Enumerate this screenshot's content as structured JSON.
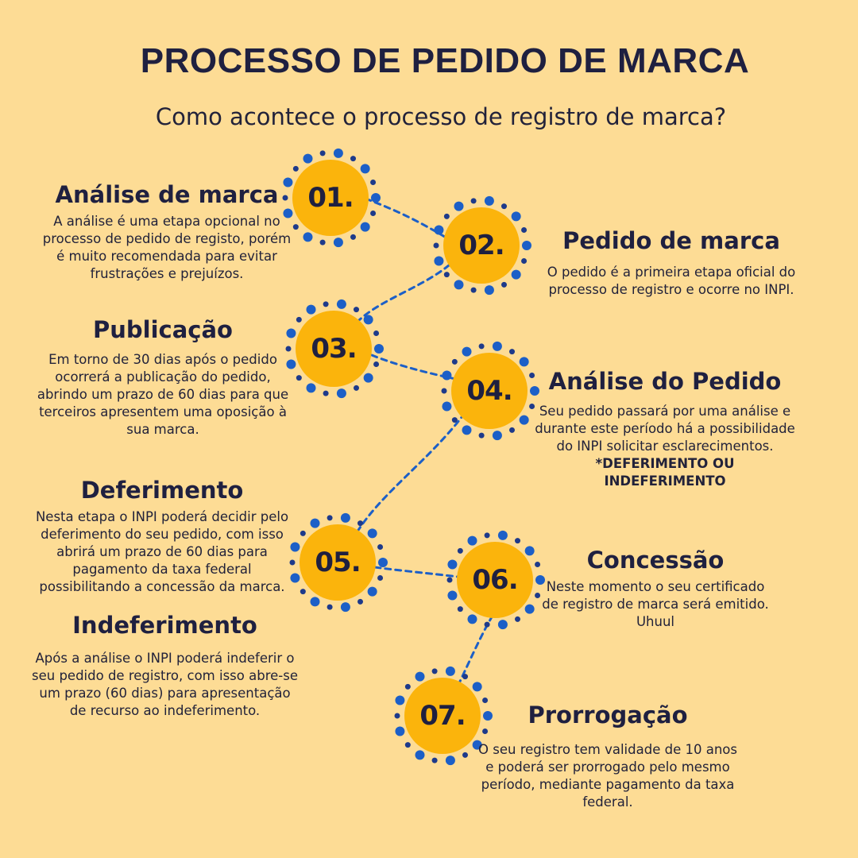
{
  "header": {
    "title": "PROCESSO DE PEDIDO DE MARCA",
    "subtitle": "Como acontece o processo de registro de marca?"
  },
  "colors": {
    "background": "#fddc95",
    "badge_fill": "#fbb40c",
    "accent_blue": "#1c5fc7",
    "text_dark": "#1f2040"
  },
  "badges": [
    "01.",
    "02.",
    "03.",
    "04.",
    "05.",
    "06.",
    "07."
  ],
  "steps": {
    "analise_marca": {
      "title": "Análise de marca",
      "text": "A análise é uma etapa opcional no processo de pedido de registo, porém é muito recomendada para evitar frustrações e prejuízos."
    },
    "pedido_marca": {
      "title": "Pedido de marca",
      "text": "O pedido é a primeira etapa oficial do processo de registro e ocorre no INPI."
    },
    "publicacao": {
      "title": "Publicação",
      "text": "Em torno de 30 dias após o pedido ocorrerá a publicação do pedido, abrindo um prazo de 60 dias para que terceiros apresentem uma oposição à sua marca."
    },
    "analise_pedido": {
      "title": "Análise do Pedido",
      "text": "Seu pedido passará por uma análise e durante este período há a possibilidade do INPI solicitar esclarecimentos.",
      "emphasis": "*DEFERIMENTO OU INDEFERIMENTO"
    },
    "deferimento": {
      "title": "Deferimento",
      "text": "Nesta etapa o INPI poderá decidir pelo deferimento do seu pedido, com isso abrirá um prazo de 60 dias para pagamento da taxa federal possibilitando a concessão da marca."
    },
    "indeferimento": {
      "title": "Indeferimento",
      "text": "Após a análise o INPI poderá indeferir o seu pedido de registro, com isso abre-se um prazo (60 dias) para apresentação de recurso ao indeferimento."
    },
    "concessao": {
      "title": "Concessão",
      "text": "Neste momento o seu certificado de registro de marca será emitido. Uhuul"
    },
    "prorrogacao": {
      "title": "Prorrogação",
      "text": "O seu registro tem validade de 10 anos e poderá ser prorrogado pelo mesmo período, mediante pagamento da taxa federal."
    }
  }
}
